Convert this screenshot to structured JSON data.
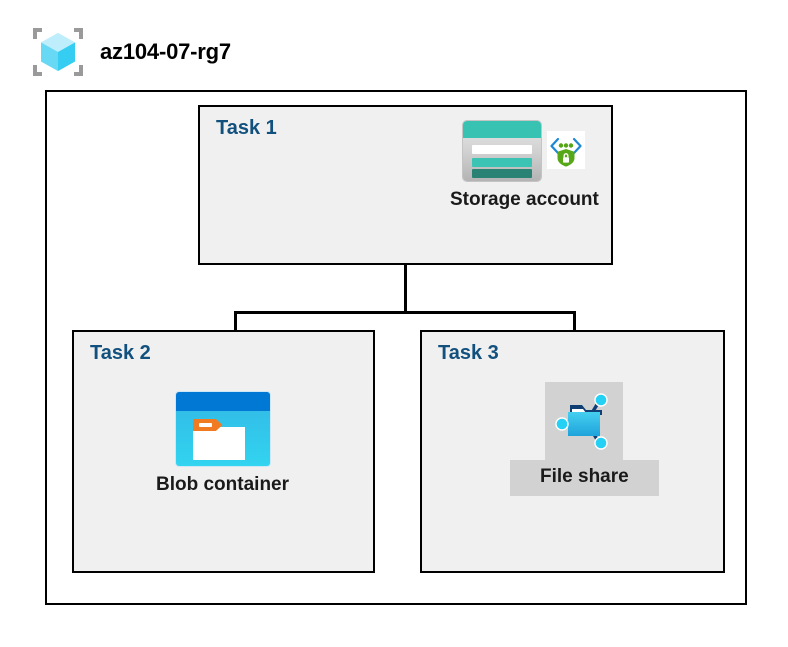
{
  "diagram": {
    "type": "azure-architecture",
    "title": "az104-07-rg7",
    "title_icon": "resource-group-cube-icon",
    "background_color": "#FFFFFF",
    "frame_border_color": "#000000",
    "task_box_fill": "#F0F0F0",
    "task_label_color": "#12507E",
    "caption_color": "#1A1A1A"
  },
  "tasks": [
    {
      "id": "task1",
      "label": "Task 1",
      "node": {
        "caption": "Storage account",
        "icons": [
          "storage-account-icon",
          "encryption-shield-icon"
        ],
        "accent_color": "#37C2B1"
      }
    },
    {
      "id": "task2",
      "label": "Task 2",
      "node": {
        "caption": "Blob container",
        "icons": [
          "blob-container-icon"
        ],
        "accent_color": "#0078D4"
      }
    },
    {
      "id": "task3",
      "label": "Task 3",
      "node": {
        "caption": "File share",
        "icons": [
          "file-share-icon"
        ],
        "accent_color": "#32BEE8",
        "plate_color": "#D2D2D2"
      }
    }
  ],
  "connections": [
    {
      "from": "task1",
      "to": "task2"
    },
    {
      "from": "task1",
      "to": "task3"
    }
  ]
}
